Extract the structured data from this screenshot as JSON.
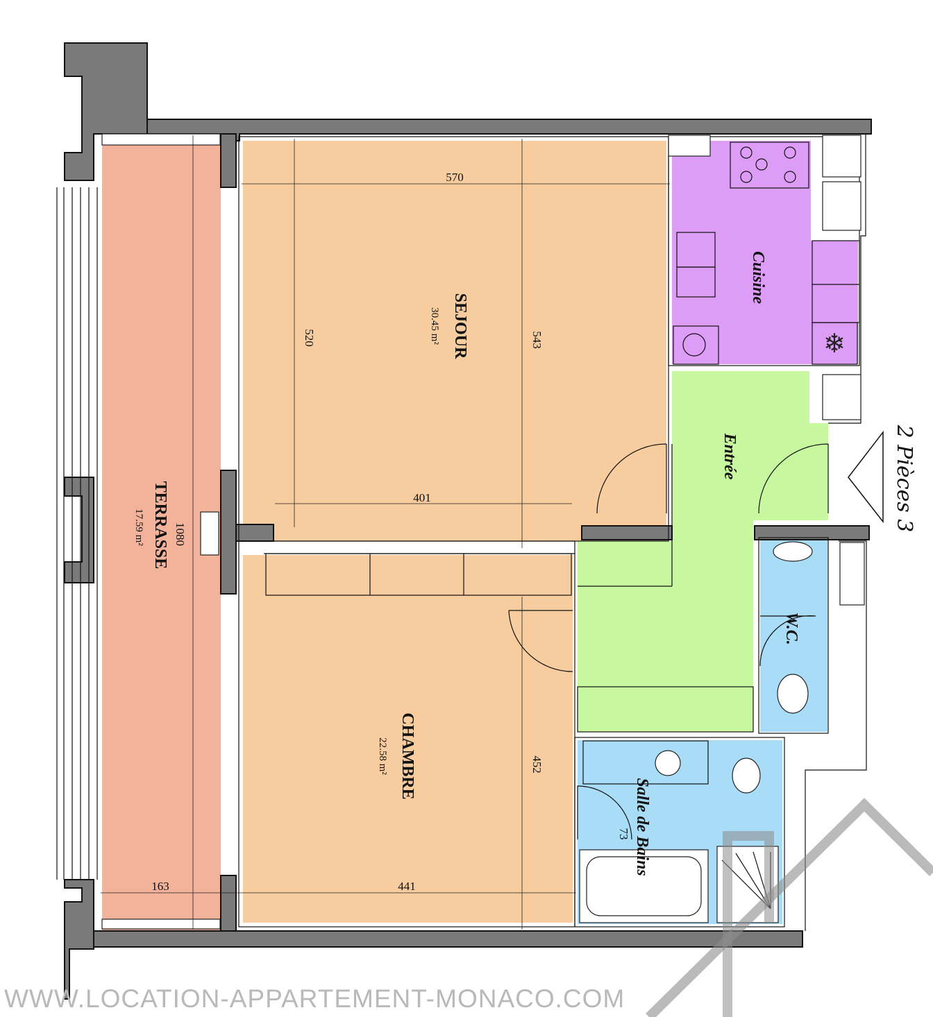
{
  "plan": {
    "rooms": {
      "terrasse": {
        "name": "TERRASSE",
        "area": "17.59 m²",
        "color": "#f2b39a"
      },
      "sejour": {
        "name": "SEJOUR",
        "area": "30.45 m²",
        "color": "#f7cc9f"
      },
      "chambre": {
        "name": "CHAMBRE",
        "area": "22.58 m²",
        "color": "#f7cc9f"
      },
      "cuisine": {
        "name": "Cuisine",
        "color": "#dd9cf5"
      },
      "entree": {
        "name": "Entrée",
        "color": "#c7f79e"
      },
      "wc": {
        "name": "W.C.",
        "color": "#a8dcf7"
      },
      "salle_de_bains": {
        "name": "Salle de Bains",
        "color": "#a8dcf7"
      }
    },
    "dimensions": {
      "sejour_width": "570",
      "sejour_depth_left": "520",
      "sejour_depth_right": "543",
      "sejour_bottom": "401",
      "terrasse_length": "1080",
      "terrasse_width": "163",
      "chambre_width": "441",
      "chambre_depth": "452",
      "door_sdb": "73"
    },
    "entrance_label": "2 Pièces 3",
    "wall_color": "#7a7a7a"
  },
  "watermark": "WWW.LOCATION-APPARTEMENT-MONACO.COM"
}
